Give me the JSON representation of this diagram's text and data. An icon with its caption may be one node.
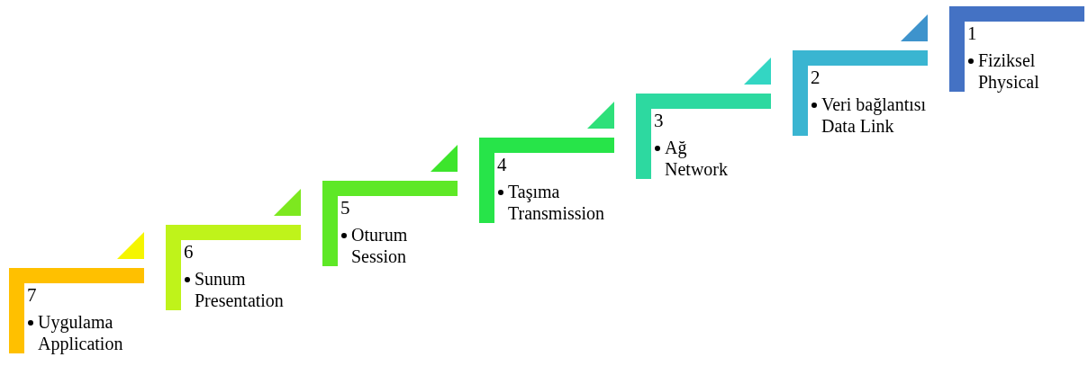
{
  "diagram": {
    "nodes": [
      {
        "text": [
          "7",
          "Uygulama Application"
        ]
      },
      {
        "text": [
          "6",
          "Sunum Presentation"
        ]
      },
      {
        "text": [
          "5",
          "Oturum Session"
        ]
      },
      {
        "text": [
          "4",
          "Taşıma Transmission"
        ]
      },
      {
        "text": [
          "3",
          "Ağ Network"
        ]
      },
      {
        "text": [
          "2",
          "Veri bağlantısı Data Link"
        ]
      },
      {
        "text": [
          "1",
          "Fiziksel Physical"
        ]
      }
    ]
  }
}
